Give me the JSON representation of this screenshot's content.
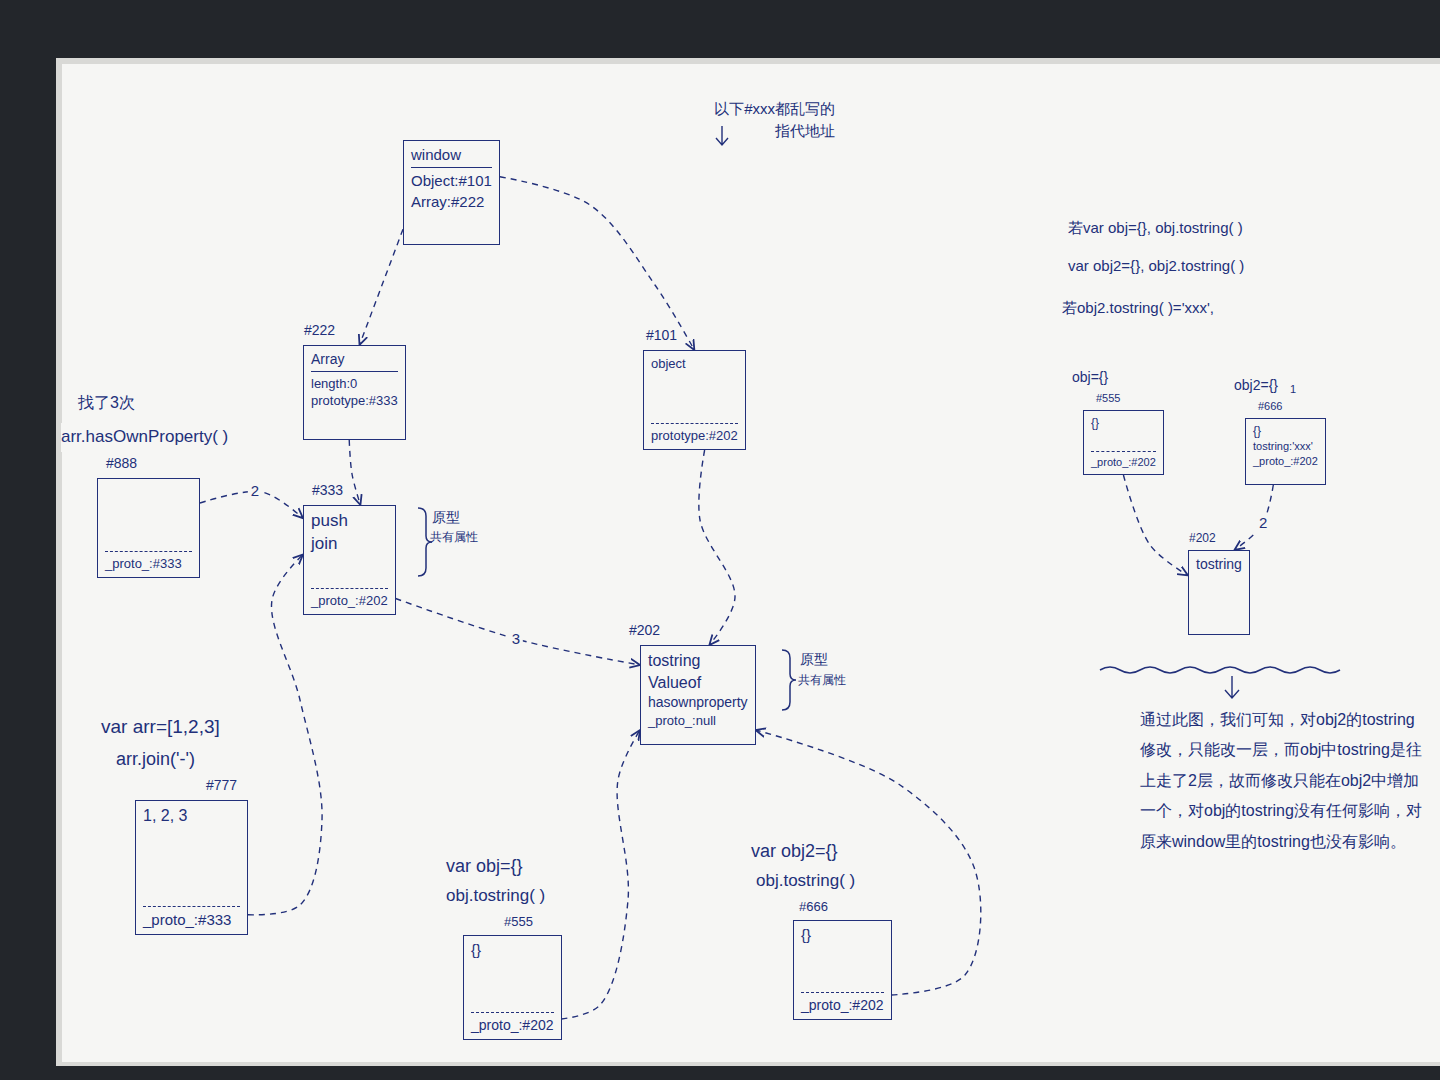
{
  "diagram": {
    "nodes": [
      {
        "text": [
          "window",
          "Object:#101",
          "Array:#222"
        ]
      },
      {
        "text": [
          "#222",
          "Array",
          "length:0",
          "prototype:#333"
        ]
      },
      {
        "text": [
          "#101",
          "object",
          "prototype:#202"
        ]
      },
      {
        "text": [
          "arr.hasOwnProperty( )",
          "#888",
          "_proto_:#333"
        ]
      },
      {
        "text": [
          "#333",
          "push",
          "join",
          "_proto_:#202"
        ]
      },
      {
        "text": [
          "#202",
          "tostring",
          "Valueof",
          "hasownproperty",
          "_proto_:null"
        ]
      },
      {
        "text": [
          "var arr=[1,2,3]",
          "arr.join('-')",
          "#777",
          "1, 2, 3",
          "_proto_:#333"
        ]
      },
      {
        "text": [
          "var obj={}",
          "obj.tostring( )",
          "#555",
          "{}",
          "_proto_:#202"
        ]
      },
      {
        "text": [
          "var obj2={}",
          "obj.tostring( )",
          "#666",
          "{}",
          "_proto_:#202"
        ]
      },
      {
        "text": [
          "obj={}",
          "#555",
          "{}",
          "_proto_:#202"
        ]
      },
      {
        "text": [
          "obj2={}",
          "#666",
          "{}",
          "tostring:'xxx'",
          "_proto_:#202"
        ]
      },
      {
        "text": [
          "#202",
          "tostring"
        ]
      }
    ],
    "edges": [
      {
        "from": 0,
        "to": 1,
        "arrow": "to"
      },
      {
        "from": 0,
        "to": 2,
        "arrow": "to"
      },
      {
        "from": 1,
        "to": 4,
        "arrow": "to"
      },
      {
        "from": 2,
        "to": 5,
        "arrow": "to"
      },
      {
        "from": 3,
        "to": 4,
        "label": "2",
        "arrow": "to"
      },
      {
        "from": 4,
        "to": 5,
        "label": "3",
        "arrow": "to"
      },
      {
        "from": 6,
        "to": 4,
        "arrow": "to"
      },
      {
        "from": 7,
        "to": 5,
        "arrow": "to"
      },
      {
        "from": 8,
        "to": 5,
        "arrow": "to"
      },
      {
        "from": 9,
        "to": 11,
        "arrow": "to"
      },
      {
        "from": 10,
        "to": 11,
        "label": "2",
        "arrow": "to"
      }
    ],
    "labels": [
      "以下#xxx都乱写的 指代地址",
      "找了3次",
      "原型",
      "共有属性",
      "原型",
      "共有属性",
      "若var obj={}, obj.tostring( )",
      "var obj2={}, obj2.tostring( )",
      "若obj2.tostring( )='xxx',",
      "1",
      "通过此图，我们可知，对obj2的tostring修改，只能改一层，而obj中tostring是往上走了2层，故而修改只能在obj2中增加一个，对obj的tostring没有任何影响，对原来window里的tostring也没有影响。"
    ]
  }
}
